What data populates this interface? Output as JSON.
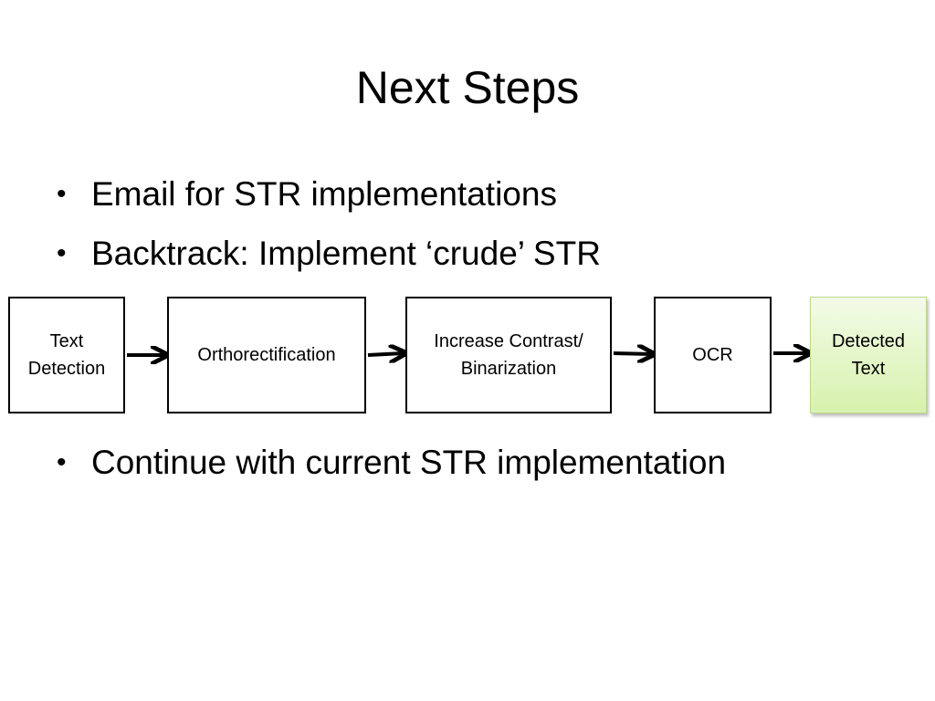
{
  "slide": {
    "title": "Next Steps"
  },
  "bullets": [
    "Email for STR implementations",
    "Backtrack: Implement ‘crude’ STR",
    "Continue with current STR implementation"
  ],
  "bullet_glyph": "•",
  "pipeline": {
    "steps": [
      {
        "lines": [
          "Text",
          "Detection"
        ]
      },
      {
        "lines": [
          "Orthorectification"
        ]
      },
      {
        "lines": [
          "Increase Contrast/",
          "Binarization"
        ]
      },
      {
        "lines": [
          "OCR"
        ]
      },
      {
        "lines": [
          "Detected",
          "Text"
        ]
      }
    ],
    "colors": {
      "box_border": "#000000",
      "output_fill_top": "#f3fbe8",
      "output_fill_bottom": "#d7f2ad",
      "arrow": "#000000"
    }
  }
}
